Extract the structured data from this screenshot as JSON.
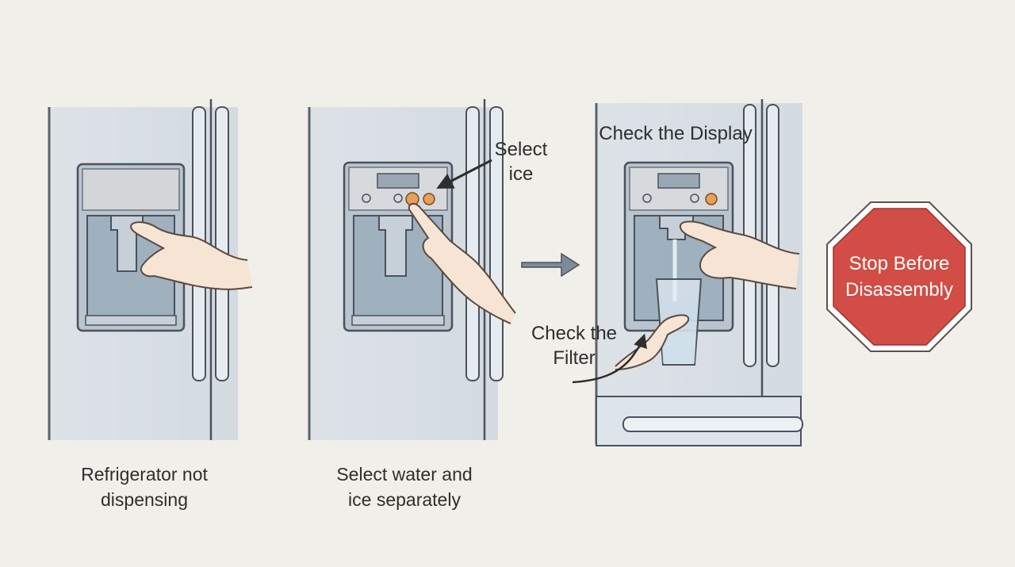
{
  "steps": [
    {
      "caption_line1": "Refrigerator not",
      "caption_line2": "dispensing"
    },
    {
      "caption_line1": "Select water and",
      "caption_line2": "ice separately"
    },
    {}
  ],
  "callouts": {
    "select_ice_line1": "Select",
    "select_ice_line2": "ice",
    "check_display": "Check the Display",
    "check_filter_line1": "Check the",
    "check_filter_line2": "Filter"
  },
  "stop_sign": {
    "line1": "Stop Before",
    "line2": "Disassembly",
    "color": "#d24d45"
  },
  "colors": {
    "background": "#f1efe9",
    "fridge_wash": "#cfd9e3",
    "ink": "#4a525b",
    "panel_button": "#e7a05a"
  }
}
